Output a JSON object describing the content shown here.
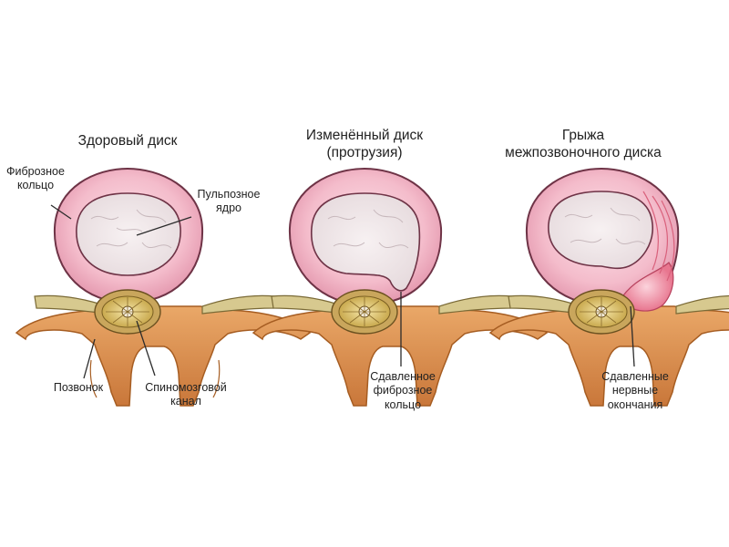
{
  "panels": [
    {
      "title": "Здоровый диск",
      "labels": {
        "annulus": "Фиброзное\nкольцо",
        "nucleus": "Пульпозное\nядро",
        "vertebra": "Позвонок",
        "canal": "Спиномозговой\nканал"
      }
    },
    {
      "title": "Изменённый диск\n(протрузия)",
      "labels": {
        "compressed": "Сдавленное\nфиброзное\nкольцо"
      }
    },
    {
      "title": "Грыжа\nмежпозвоночного диска",
      "labels": {
        "nerves": "Сдавленные\nнервные\nокончания"
      }
    }
  ],
  "colors": {
    "annulus_fill": "#f4bccb",
    "annulus_stroke": "#6e3346",
    "nucleus_fill": "#ede4e6",
    "herniation": "#e8768f",
    "bone": "#d88d4a",
    "bone_dark": "#a65d22",
    "nerve": "#c9b880",
    "cord": "#e6cf7a",
    "leader": "#2b2b2b"
  }
}
